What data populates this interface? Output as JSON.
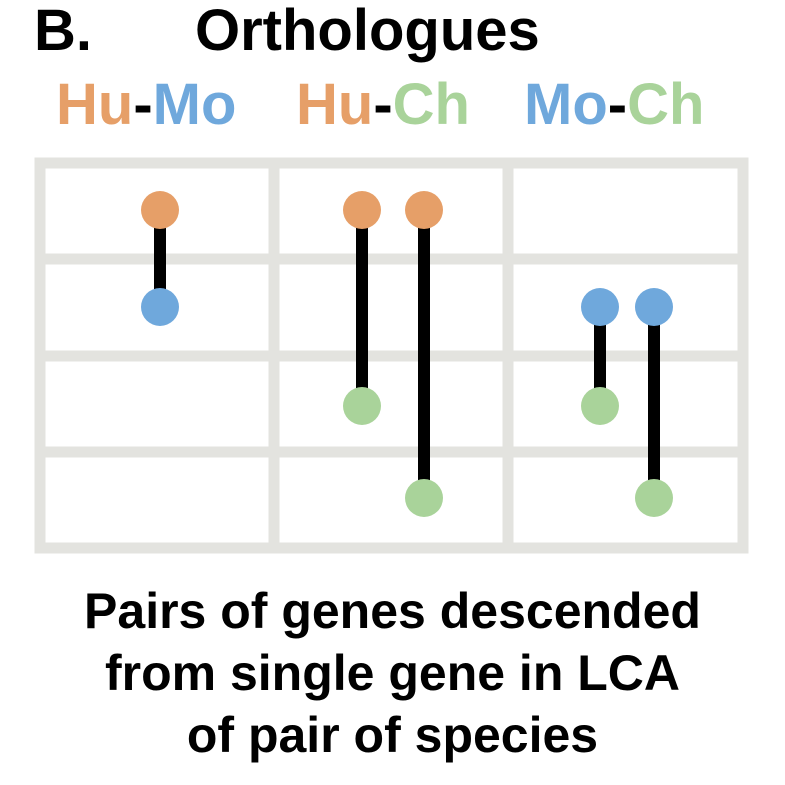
{
  "panel": {
    "label": "B.",
    "title": "Orthologues"
  },
  "colors": {
    "human": "#E69F68",
    "mouse": "#6FA8DC",
    "chimp": "#A9D39A",
    "grid": "#E3E3DF",
    "link": "#000000"
  },
  "pairs": [
    {
      "left": "Hu",
      "sep": "-",
      "right": "Mo",
      "left_color": "human",
      "right_color": "mouse"
    },
    {
      "left": "Hu",
      "sep": "-",
      "right": "Ch",
      "left_color": "human",
      "right_color": "chimp"
    },
    {
      "left": "Mo",
      "sep": "-",
      "right": "Ch",
      "left_color": "mouse",
      "right_color": "chimp"
    }
  ],
  "grid": {
    "columns": 3,
    "rows": 4
  },
  "links": [
    {
      "column": 0,
      "slot": 0,
      "from": {
        "row": 0,
        "species": "human"
      },
      "to": {
        "row": 1,
        "species": "mouse"
      }
    },
    {
      "column": 1,
      "slot": 0,
      "from": {
        "row": 0,
        "species": "human"
      },
      "to": {
        "row": 2,
        "species": "chimp"
      }
    },
    {
      "column": 1,
      "slot": 1,
      "from": {
        "row": 0,
        "species": "human"
      },
      "to": {
        "row": 3,
        "species": "chimp"
      }
    },
    {
      "column": 2,
      "slot": 0,
      "from": {
        "row": 1,
        "species": "mouse"
      },
      "to": {
        "row": 2,
        "species": "chimp"
      }
    },
    {
      "column": 2,
      "slot": 1,
      "from": {
        "row": 1,
        "species": "mouse"
      },
      "to": {
        "row": 3,
        "species": "chimp"
      }
    }
  ],
  "caption": {
    "lines": [
      "Pairs of genes descended",
      "from single gene in LCA",
      "of pair of species"
    ]
  }
}
